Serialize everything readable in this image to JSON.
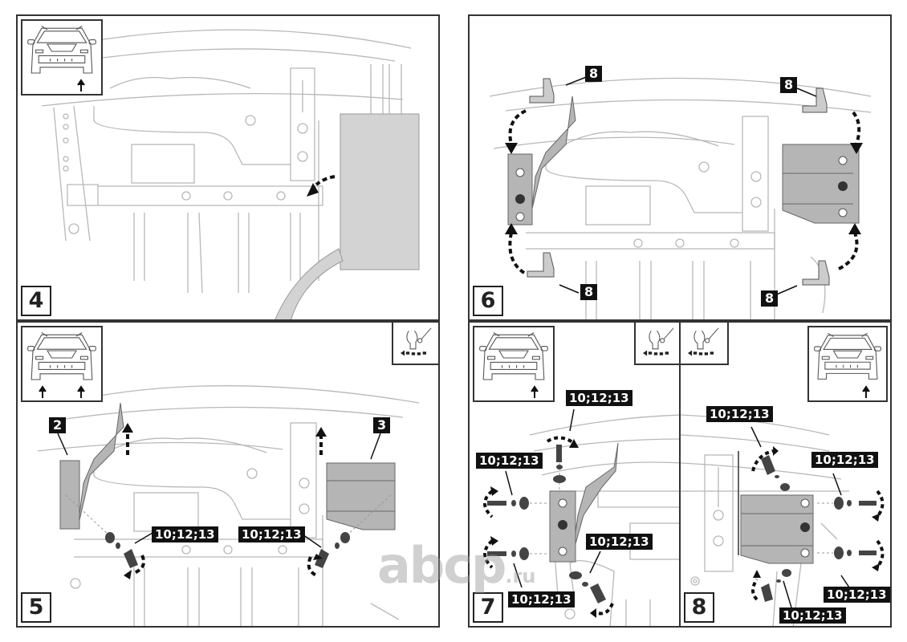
{
  "document": {
    "type": "installation-instructions",
    "colors": {
      "line": "#b8b8b8",
      "part_fill": "#b5b5b5",
      "label_bg": "#111111",
      "label_text": "#ffffff",
      "frame": "#333333"
    }
  },
  "steps": [
    {
      "number": "4",
      "labels": [],
      "has_tool_icon": false,
      "vehicle_inset_arrows": 1
    },
    {
      "number": "6",
      "labels": [
        "8",
        "8",
        "8",
        "8"
      ],
      "has_tool_icon": false,
      "vehicle_inset_arrows": 0
    },
    {
      "number": "5",
      "part_labels": [
        "2",
        "3"
      ],
      "labels": [
        "10;12;13",
        "10;12;13"
      ],
      "has_tool_icon": true,
      "vehicle_inset_arrows": 2
    },
    {
      "number": "7",
      "labels": [
        "10;12;13",
        "10;12;13",
        "10;12;13",
        "10;12;13"
      ],
      "has_tool_icon": true,
      "vehicle_inset_arrows": 1
    },
    {
      "number": "8",
      "labels": [
        "10;12;13",
        "10;12;13",
        "10;12;13",
        "10;12;13"
      ],
      "has_tool_icon": true,
      "vehicle_inset_arrows": 1
    }
  ],
  "watermark": {
    "text": "abcp",
    "suffix": ".ru"
  }
}
